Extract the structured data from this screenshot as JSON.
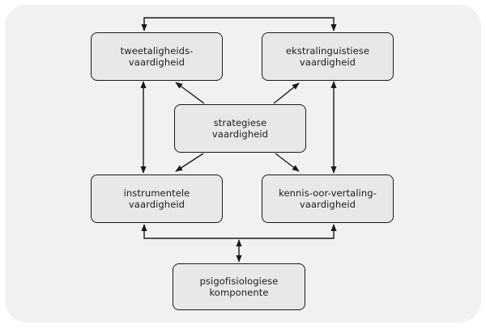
{
  "diagram": {
    "type": "flow-diagram",
    "colors": {
      "page_background": "#ffffff",
      "panel_background": "#f1f1f2",
      "box_fill": "#e8e8e9",
      "box_border": "#1a1a1a",
      "arrow": "#1a1a1a",
      "text": "#1a1a1a"
    },
    "nodes": {
      "bilingual": {
        "label": "tweetaligheids-\nvaardigheid"
      },
      "extralinguistic": {
        "label": "ekstralinguistiese\nvaardigheid"
      },
      "strategic": {
        "label": "strategiese\nvaardigheid"
      },
      "instrumental": {
        "label": "instrumentele\nvaardigheid"
      },
      "knowledge_about_translation": {
        "label": "kennis-oor-vertaling-\nvaardigheid"
      },
      "psychophysiological": {
        "label": "psigofisiologiese\nkomponente"
      }
    },
    "edges": [
      {
        "from": "bilingual",
        "to": "extralinguistic",
        "style": "top-bracket",
        "heads": "both"
      },
      {
        "from": "bilingual",
        "to": "instrumental",
        "style": "vertical",
        "heads": "both"
      },
      {
        "from": "extralinguistic",
        "to": "knowledge_about_translation",
        "style": "vertical",
        "heads": "both"
      },
      {
        "from": "strategic",
        "to": "bilingual",
        "style": "diagonal",
        "heads": "end"
      },
      {
        "from": "strategic",
        "to": "extralinguistic",
        "style": "diagonal",
        "heads": "end"
      },
      {
        "from": "strategic",
        "to": "instrumental",
        "style": "diagonal",
        "heads": "end"
      },
      {
        "from": "strategic",
        "to": "knowledge_about_translation",
        "style": "diagonal",
        "heads": "end"
      },
      {
        "from": "instrumental",
        "to": "knowledge_about_translation",
        "style": "bottom-bracket",
        "heads": "both"
      },
      {
        "from": "bottom-bracket",
        "to": "psychophysiological",
        "style": "vertical",
        "heads": "both"
      }
    ]
  }
}
